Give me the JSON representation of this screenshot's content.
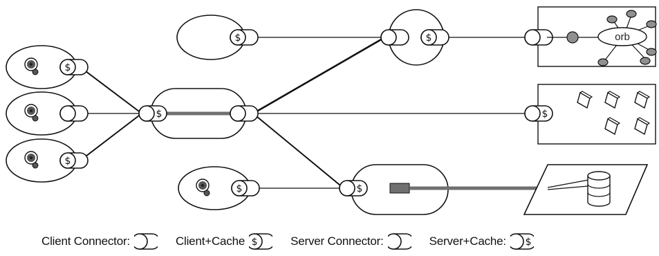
{
  "nodes": {
    "orb_label": "orb"
  },
  "legend": {
    "client_connector": "Client Connector:",
    "client_cache": "Client+Cache",
    "server_connector": "Server Connector:",
    "server_cache": "Server+Cache:"
  },
  "colors": {
    "stroke": "#111111",
    "heavy_link": "#707070",
    "dot_fill": "#909090",
    "user_fill": "#555555"
  }
}
